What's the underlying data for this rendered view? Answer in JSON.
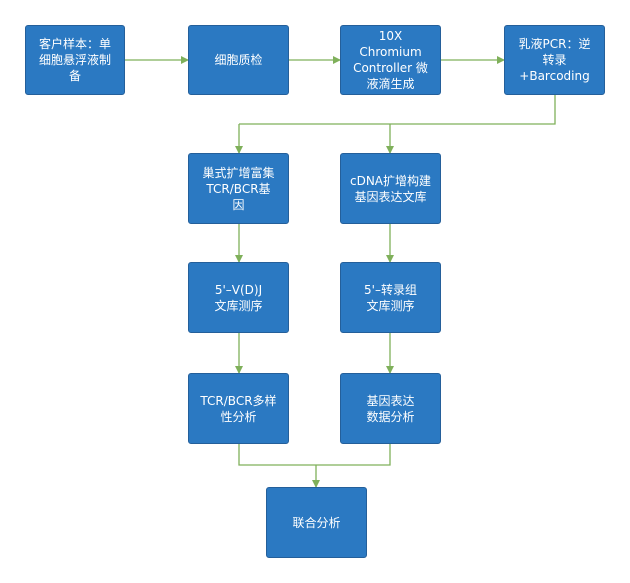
{
  "nodes": {
    "n1": "客户样本：单\n细胞悬浮液制\n备",
    "n2": "细胞质检",
    "n3": "10X\nChromium\nController 微\n液滴生成",
    "n4": "乳液PCR：逆\n转录\n+Barcoding",
    "n5": "巢式扩增富集\nTCR/BCR基\n因",
    "n6": "cDNA扩增构建\n基因表达文库",
    "n7": "5'–V(D)J\n文库测序",
    "n8": "5'–转录组\n文库测序",
    "n9": "TCR/BCR多样\n性分析",
    "n10": "基因表达\n数据分析",
    "n11": "联合分析"
  },
  "colors": {
    "node_fill": "#2b79c2",
    "node_border": "#245f9a",
    "edge": "#7fb05a"
  }
}
